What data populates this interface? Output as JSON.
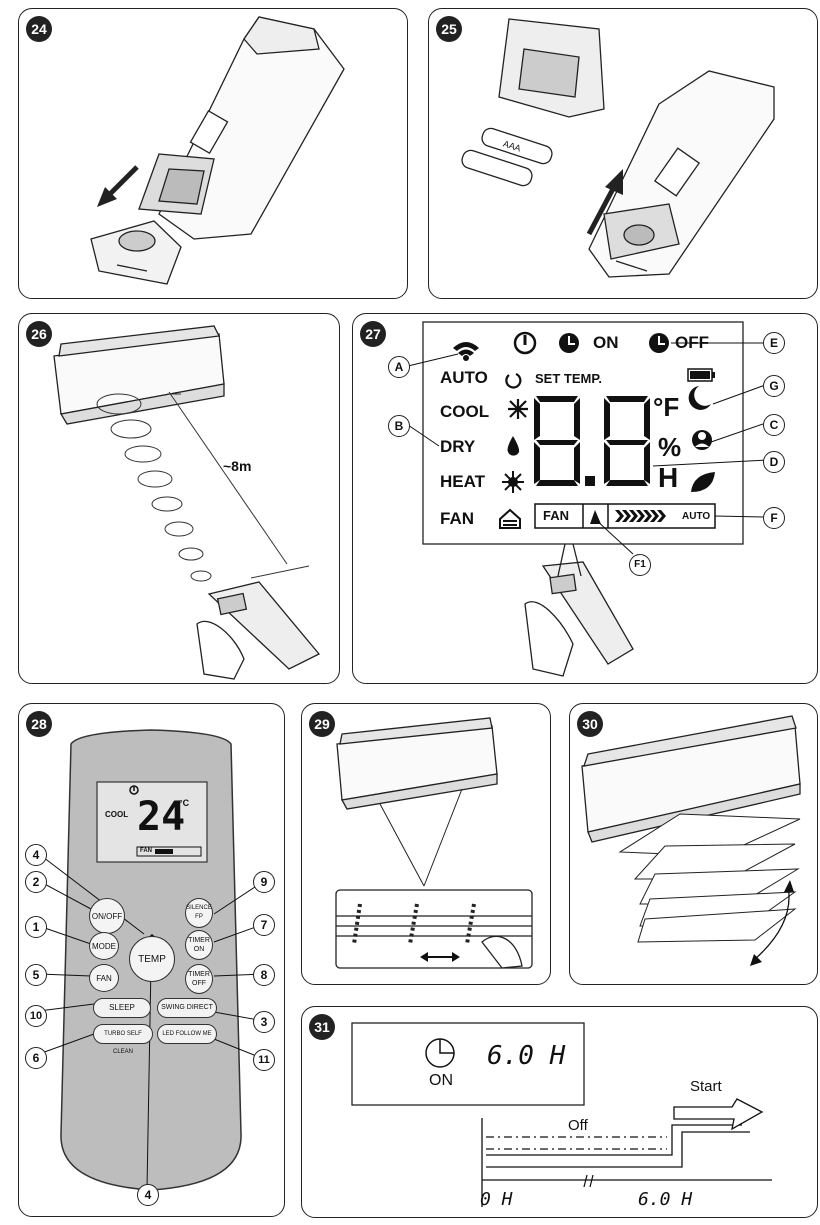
{
  "panels": {
    "p24": {
      "num": "24"
    },
    "p25": {
      "num": "25",
      "battery_label": "AAA"
    },
    "p26": {
      "num": "26",
      "distance": "~8m"
    },
    "p27": {
      "num": "27",
      "on_label": "ON",
      "off_label": "OFF",
      "set_temp": "SET TEMP.",
      "modes": [
        "AUTO",
        "COOL",
        "DRY",
        "HEAT",
        "FAN"
      ],
      "unit_f": "°F",
      "percent": "%",
      "hour": "H",
      "fan_label": "FAN",
      "auto_label": "AUTO",
      "callouts": {
        "A": "A",
        "B": "B",
        "C": "C",
        "D": "D",
        "E": "E",
        "F": "F",
        "G": "G",
        "F1": "F1"
      }
    },
    "p28": {
      "num": "28",
      "lcd_mode": "COOL",
      "lcd_temp": "24",
      "lcd_unit": "°C",
      "lcd_fan": "FAN",
      "buttons": {
        "onoff": "ON/OFF",
        "mode": "MODE",
        "fan": "FAN",
        "temp": "TEMP",
        "silence_1": "SILENCE",
        "silence_2": "FP",
        "timer_on_1": "TIMER",
        "timer_on_2": "ON",
        "timer_off_1": "TIMER",
        "timer_off_2": "OFF",
        "sleep": "SLEEP",
        "swing": "SWING DIRECT",
        "turbo": "TURBO SELF CLEAN",
        "led": "LED FOLLOW ME"
      },
      "callouts": [
        "4",
        "2",
        "1",
        "5",
        "10",
        "6",
        "9",
        "7",
        "8",
        "3",
        "11",
        "4"
      ]
    },
    "p29": {
      "num": "29"
    },
    "p30": {
      "num": "30"
    },
    "p31": {
      "num": "31",
      "time": "6.0 H",
      "on_label": "ON",
      "start_label": "Start",
      "off_label": "Off",
      "axis_start": "0 H",
      "axis_end": "6.0 H"
    }
  }
}
